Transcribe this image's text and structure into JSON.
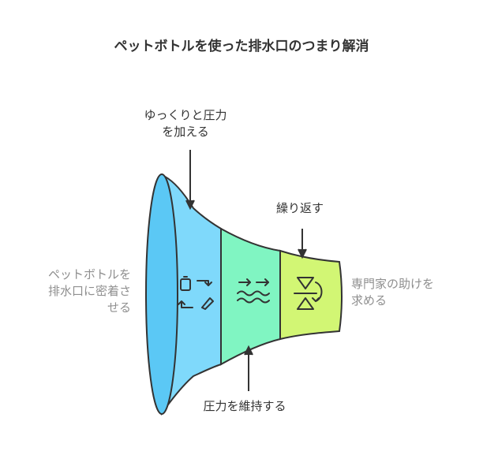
{
  "title": "ペットボトルを使った排水口のつまり解消",
  "labels": {
    "pressure_top": [
      "ゆっくりと圧力",
      "を加える"
    ],
    "repeat": [
      "繰り返す"
    ],
    "seal": [
      "ペットボトルを",
      "排水口に密着さ",
      "せる"
    ],
    "professional": [
      "専門家の助けを",
      "求める"
    ],
    "maintain": [
      "圧力を維持する"
    ]
  },
  "colors": {
    "mouth": "#5bc8f5",
    "segment1": "#7fd9fb",
    "segment2": "#80f5c2",
    "segment3": "#d2f674",
    "stroke": "#333333",
    "gray_text": "#8f8f8f"
  },
  "icons": [
    "bottle-refresh-icon",
    "waves-arrows-icon",
    "hourglass-cycle-icon"
  ]
}
